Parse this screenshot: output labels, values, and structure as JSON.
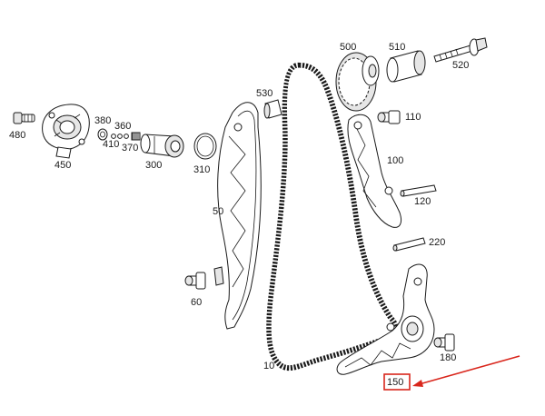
{
  "diagram": {
    "labels": {
      "p480": "480",
      "p450": "450",
      "p380": "380",
      "p360": "360",
      "p410": "410",
      "p370": "370",
      "p300": "300",
      "p310": "310",
      "p50": "50",
      "p530": "530",
      "p500": "500",
      "p510": "510",
      "p520": "520",
      "p110": "110",
      "p100": "100",
      "p120": "120",
      "p220": "220",
      "p60": "60",
      "p10": "10",
      "p180": "180",
      "p150": "150"
    },
    "highlight": {
      "label": "150",
      "color": "#d9261c"
    }
  }
}
